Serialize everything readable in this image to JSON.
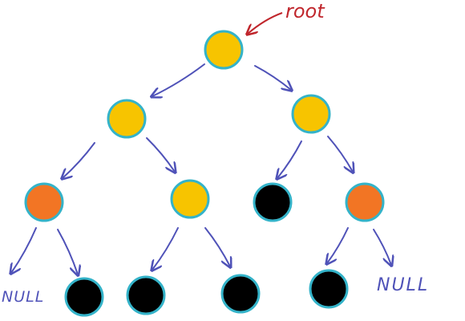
{
  "annotations": {
    "root_label": "root",
    "null_left": "NULL",
    "null_right": "NULL"
  },
  "colors": {
    "edge": "#4f52b8",
    "root_pointer": "#c0262c",
    "node_outline": "#34b3c9",
    "yellow": "#f7c400",
    "orange": "#f27524",
    "black": "#000000"
  },
  "nodes": [
    {
      "id": "root",
      "fill": "yellow"
    },
    {
      "id": "l",
      "fill": "yellow"
    },
    {
      "id": "r",
      "fill": "yellow"
    },
    {
      "id": "ll",
      "fill": "orange"
    },
    {
      "id": "lr",
      "fill": "yellow"
    },
    {
      "id": "rl",
      "fill": "black"
    },
    {
      "id": "rr",
      "fill": "orange"
    },
    {
      "id": "llr",
      "fill": "black"
    },
    {
      "id": "lrl",
      "fill": "black"
    },
    {
      "id": "lrr",
      "fill": "black"
    },
    {
      "id": "rrl",
      "fill": "black"
    }
  ],
  "edges": [
    {
      "from": "root",
      "to": "l"
    },
    {
      "from": "root",
      "to": "r"
    },
    {
      "from": "l",
      "to": "ll"
    },
    {
      "from": "l",
      "to": "lr"
    },
    {
      "from": "r",
      "to": "rl"
    },
    {
      "from": "r",
      "to": "rr"
    },
    {
      "from": "ll",
      "to": "null-left"
    },
    {
      "from": "ll",
      "to": "llr"
    },
    {
      "from": "lr",
      "to": "lrl"
    },
    {
      "from": "lr",
      "to": "lrr"
    },
    {
      "from": "rr",
      "to": "rrl"
    },
    {
      "from": "rr",
      "to": "null-right"
    }
  ]
}
